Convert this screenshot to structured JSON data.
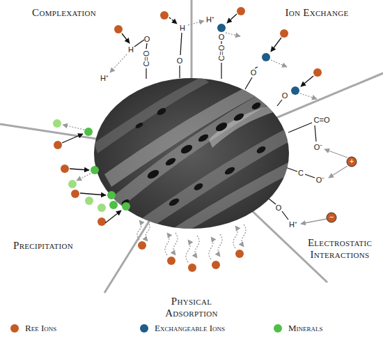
{
  "diagram": {
    "labels": [
      "Complexation",
      "Ion Exchange",
      "Electrostatic Interactions",
      "Physical Adsorption",
      "Precipitation",
      "H⁺",
      "H",
      "O",
      "C=O",
      "H⁺",
      "H",
      "O",
      "C=O",
      "O",
      "O",
      "O",
      "C=O",
      "O⁻",
      "C",
      "O⁻",
      "O",
      "H⁺",
      "+",
      "−"
    ],
    "legend": [
      {
        "text": "Ree Ions",
        "color": "#c65a24"
      },
      {
        "text": "Exchangeable Ions",
        "color": "#1e5d86"
      },
      {
        "text": "Minerals",
        "color": "#4fbf45"
      }
    ]
  }
}
